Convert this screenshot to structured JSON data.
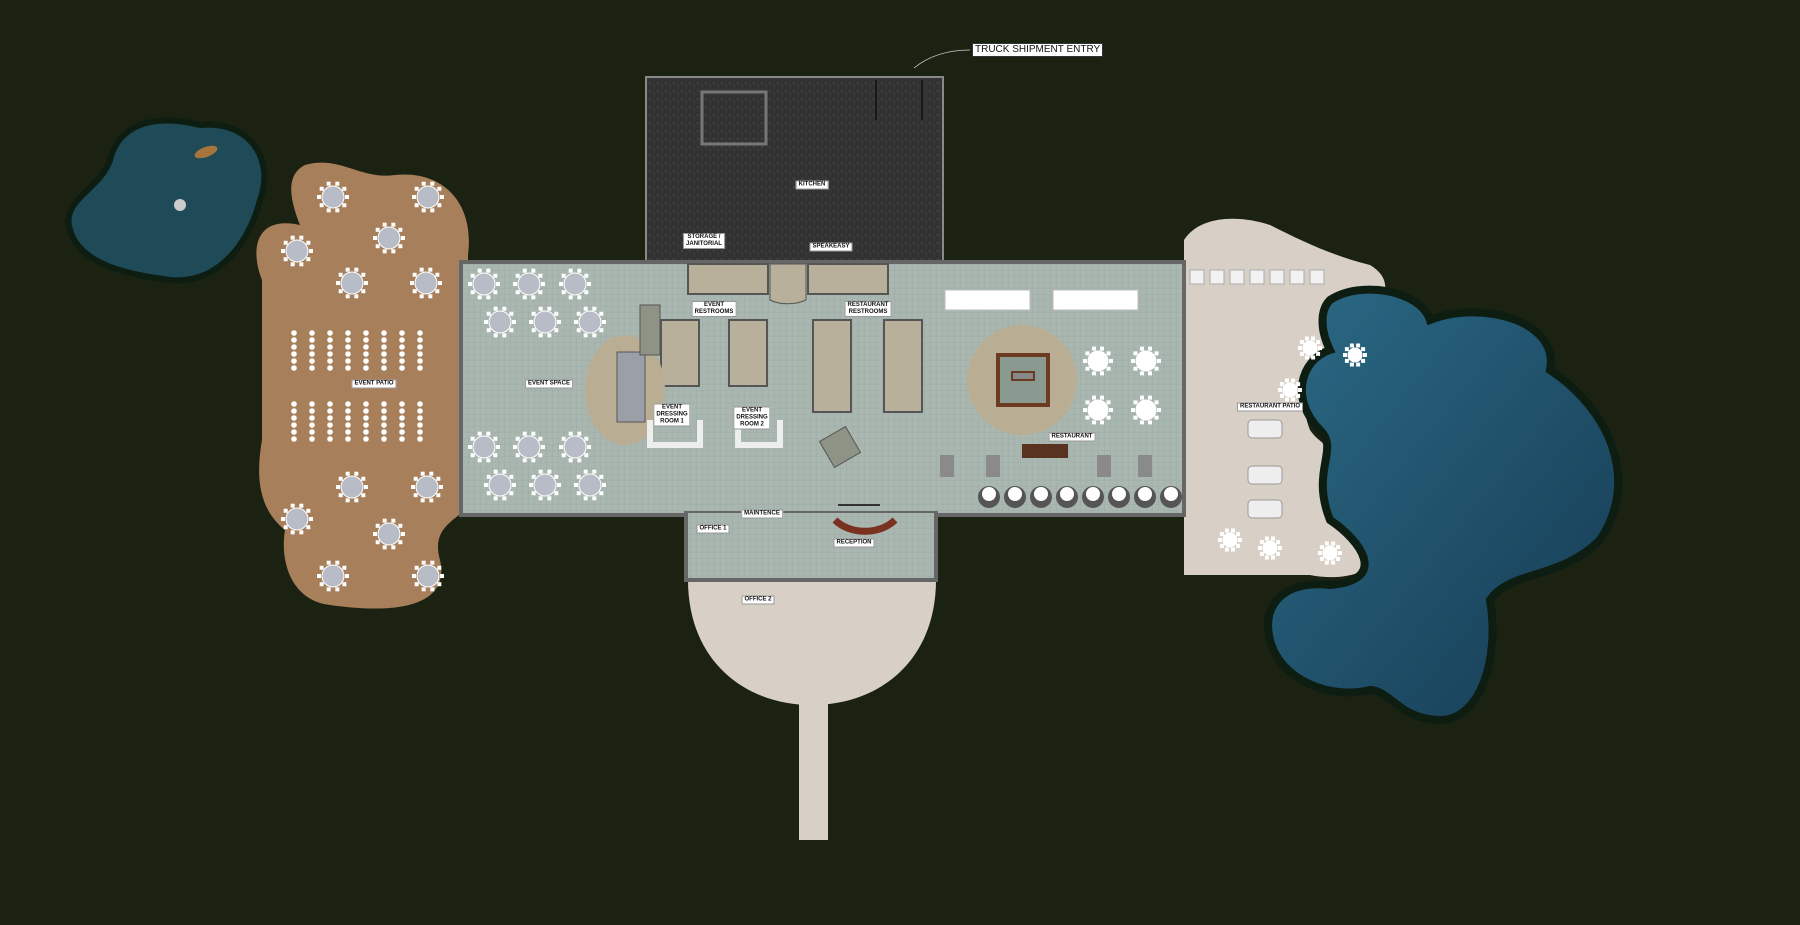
{
  "plan": {
    "callout": "TRUCK SHIPMENT ENTRY",
    "rooms": {
      "kitchen": "KITCHEN",
      "storage": "STORAGE /\nJANITORIAL",
      "speakeasy": "SPEAKEASY",
      "event_restrooms": "EVENT\nRESTROOMS",
      "restaurant_restrooms": "RESTAURANT\nRESTROOMS",
      "event_space": "EVENT SPACE",
      "dressing_1": "EVENT\nDRESSING\nROOM 1",
      "dressing_2": "EVENT\nDRESSING\nROOM 2",
      "maintence": "MAINTENCE",
      "office_1": "OFFICE 1",
      "office_2": "OFFICE 2",
      "reception": "RECEPTION",
      "restaurant": "RESTAURANT",
      "restaurant_patio": "RESTAURANT PATIO",
      "event_patio": "EVENT PATIO"
    },
    "colors": {
      "ground": "#1b2212",
      "kitchen_floor": "#333333",
      "tile_floor": "#a9b7b0",
      "event_patio": "#a77f5a",
      "restaurant_patio": "#d8d0c6",
      "water": "#1d4a63",
      "wall": "#6b6b6b"
    }
  }
}
